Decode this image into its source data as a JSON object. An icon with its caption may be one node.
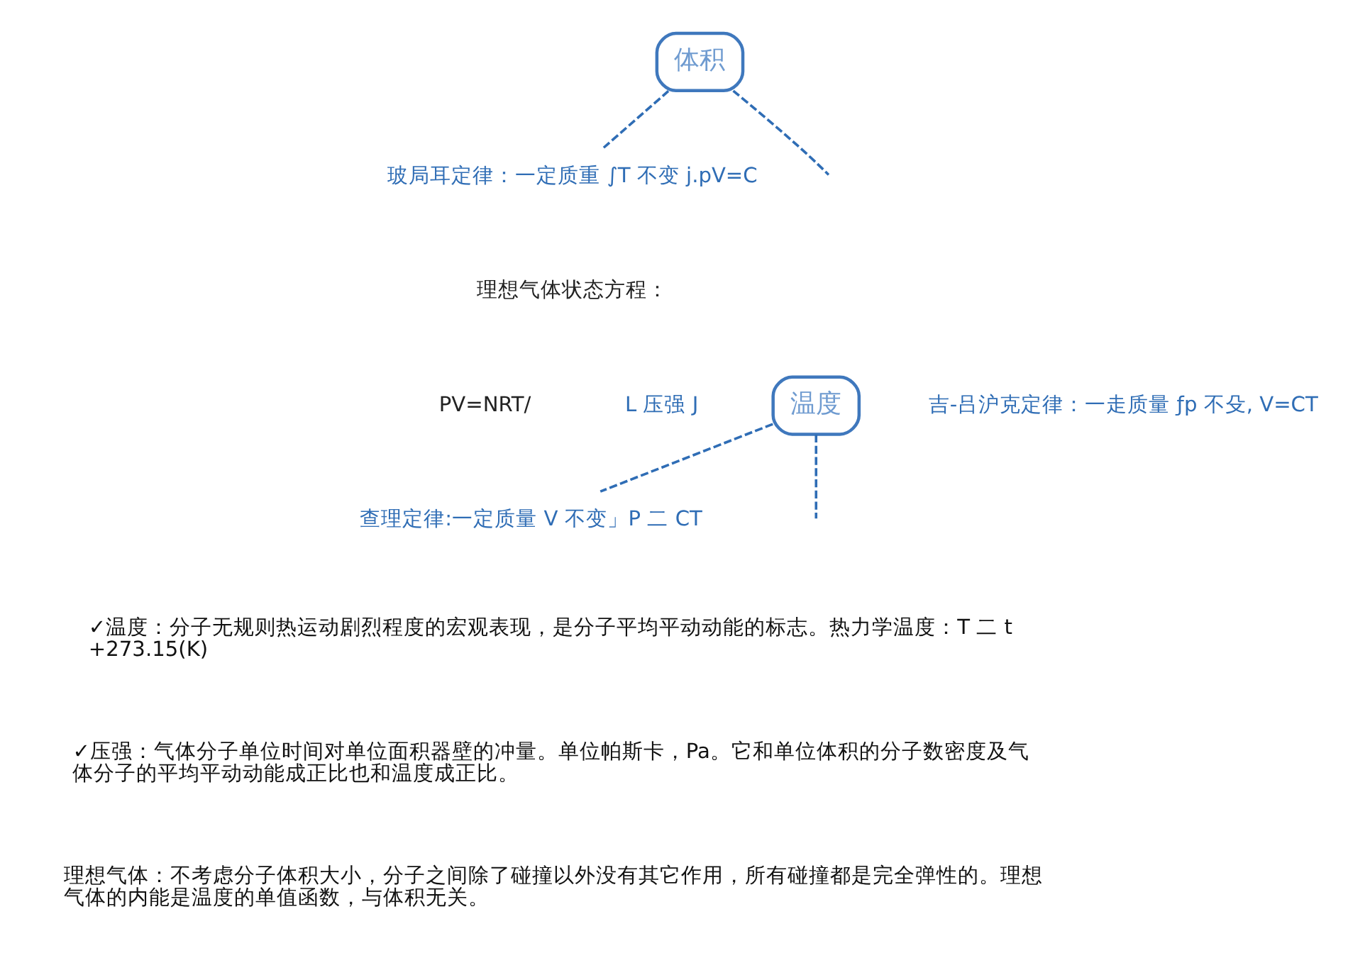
{
  "diagram": {
    "nodes": [
      {
        "text": [
          "体积"
        ]
      },
      {
        "text": [
          "玻局耳定律：一定质重 ∫T 不变 j.pV=C"
        ]
      },
      {
        "text": [
          "理想气体状态方程："
        ]
      },
      {
        "text": [
          "PV=NRT/"
        ]
      },
      {
        "text": [
          "L 压强 J"
        ]
      },
      {
        "text": [
          "吉-吕沪克定律：一走质量 ƒp 不殳, V=CT"
        ]
      },
      {
        "text": [
          "查理定律:一定质量 V 不变」P 二 CT"
        ]
      },
      {
        "text": [
          "温度"
        ]
      }
    ],
    "edges": [
      {
        "from": 0,
        "to": 1,
        "arrow": "none",
        "style": "dashed"
      },
      {
        "from": 0,
        "to": null,
        "arrow": "none",
        "style": "dashed"
      },
      {
        "from": 7,
        "to": 6,
        "arrow": "none",
        "style": "dashed"
      },
      {
        "from": 7,
        "to": null,
        "arrow": "none",
        "style": "dashed"
      }
    ],
    "labels": [
      "✓温度：分子无规则热运动剧烈程度的宏观表现，是分子平均平动动能的标志。热力学温度：T 二 t+273.15(K)",
      "✓压强：气体分子单位时间对单位面积器壁的冲量。单位帕斯卡，Pa。它和单位体积的分子数密度及气体分子的平均平动动能成正比也和温度成正比。",
      "理想气体：不考虑分子体积大小，分子之间除了碰撞以外没有其它作用，所有碰撞都是完全弹性的。理想气体的内能是温度的单值函数，与体积无关。"
    ]
  }
}
